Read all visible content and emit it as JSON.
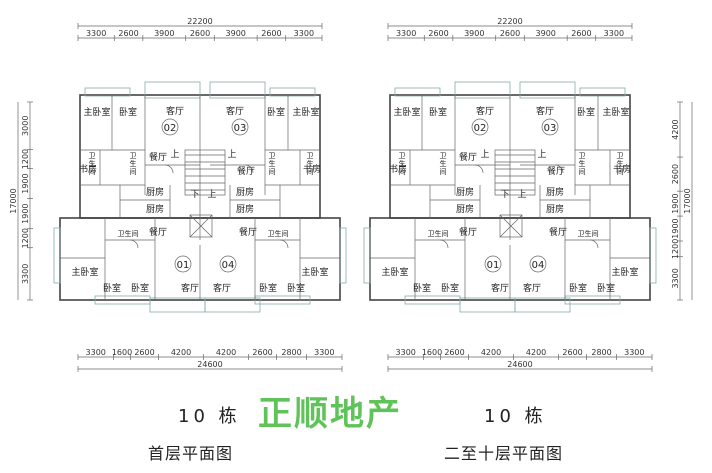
{
  "top_total": "22200",
  "top_segments": [
    "3300",
    "2600",
    "3900",
    "2600",
    "3900",
    "2600",
    "3300"
  ],
  "bottom_total": "24600",
  "bottom_segments": [
    "3300",
    "1600",
    "2600",
    "4200",
    "4200",
    "2600",
    "2800",
    "3300"
  ],
  "left_side_dims": [
    "3300",
    "1200",
    "1900",
    "1900",
    "1200",
    "3000"
  ],
  "left_side_total": "17000",
  "right_side_dims": [
    "3300",
    "1200",
    "1900",
    "1900",
    "2600",
    "4200"
  ],
  "right_side_total": "17000",
  "rooms": {
    "master_bedroom": "主卧室",
    "bedroom": "卧室",
    "living": "客厅",
    "study": "书房",
    "kitchen": "厨房",
    "dining": "餐厅",
    "bath_v": "卫\n生\n间",
    "bath_h": "卫生间",
    "up": "上",
    "down": "下"
  },
  "units": {
    "u01": "01",
    "u02": "02",
    "u03": "03",
    "u04": "04"
  },
  "watermark": "正顺地产",
  "building_left": "10 栋",
  "building_right": "10 栋",
  "title_left": "首层平面图",
  "title_right": "二至十层平面图"
}
